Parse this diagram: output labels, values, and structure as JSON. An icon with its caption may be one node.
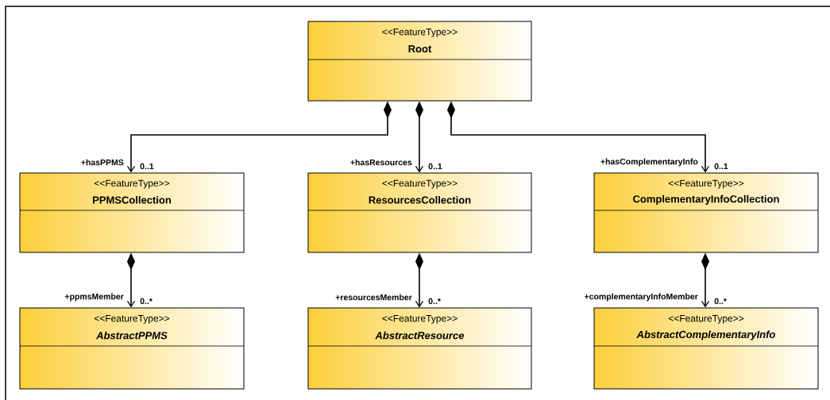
{
  "diagram": {
    "nodes": [
      {
        "text": [
          "<<FeatureType>>",
          "Root"
        ]
      },
      {
        "text": [
          "<<FeatureType>>",
          "PPMSCollection"
        ]
      },
      {
        "text": [
          "<<FeatureType>>",
          "ResourcesCollection"
        ]
      },
      {
        "text": [
          "<<FeatureType>>",
          "ComplementaryInfoCollection"
        ]
      },
      {
        "text": [
          "<<FeatureType>>",
          "AbstractPPMS"
        ]
      },
      {
        "text": [
          "<<FeatureType>>",
          "AbstractResource"
        ]
      },
      {
        "text": [
          "<<FeatureType>>",
          "AbstractComplementaryInfo"
        ]
      }
    ],
    "edges": [
      {
        "from": 0,
        "to": 1,
        "arrow": "to",
        "label": "+hasPPMS"
      },
      {
        "from": 0,
        "to": 2,
        "arrow": "to",
        "label": "+hasResources"
      },
      {
        "from": 0,
        "to": 3,
        "arrow": "to",
        "label": "+hasComplementaryInfo"
      },
      {
        "from": 1,
        "to": 4,
        "arrow": "to",
        "label": "+ppmsMember"
      },
      {
        "from": 2,
        "to": 5,
        "arrow": "to",
        "label": "+resourcesMember"
      },
      {
        "from": 3,
        "to": 6,
        "arrow": "to",
        "label": "+complementaryInfoMember"
      }
    ],
    "labels": [
      "0..1",
      "0..1",
      "0..1",
      "0..*",
      "0..*",
      "0..*"
    ]
  }
}
